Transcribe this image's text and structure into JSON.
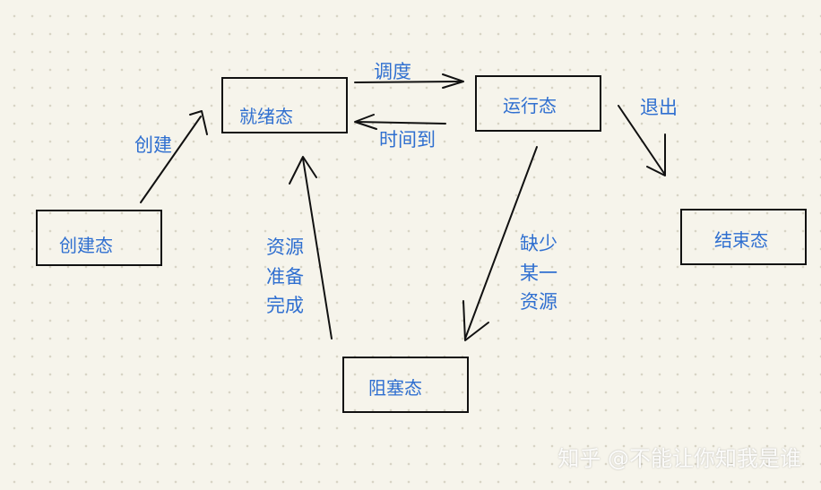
{
  "states": {
    "new": "创建态",
    "ready": "就绪态",
    "running": "运行态",
    "terminated": "结束态",
    "blocked": "阻塞态"
  },
  "transitions": {
    "create": "创建",
    "dispatch": "调度",
    "timeout": "时间到",
    "exit": "退出",
    "wait": [
      "缺少",
      "某一",
      "资源"
    ],
    "wakeup": [
      "资源",
      "准备",
      "完成"
    ]
  },
  "watermark": "知乎 @不能让你知我是谁",
  "colors": {
    "label": "#2f6fd0",
    "stroke": "#111111",
    "background": "#f6f4eb"
  }
}
